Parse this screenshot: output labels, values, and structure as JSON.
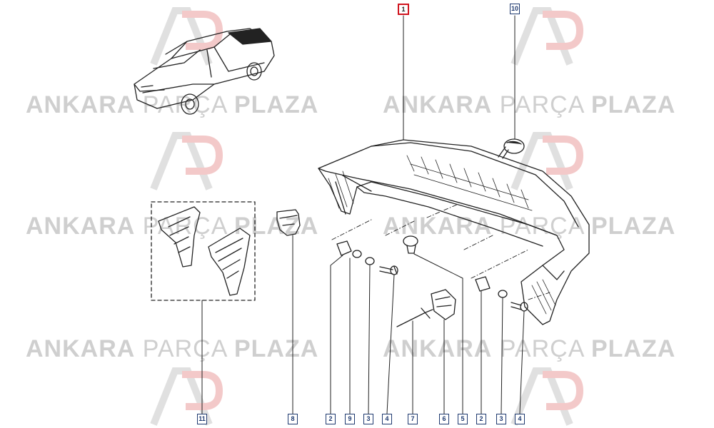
{
  "watermark": {
    "brand_bold_1": "ANKARA",
    "brand_light": "PARÇA",
    "brand_bold_2": "PLAZA",
    "logo_text": "AP"
  },
  "callouts": {
    "main_part": "1",
    "cap": "10",
    "bracket_set": "11",
    "clip_left": "8",
    "nut_left": "2",
    "washer_left_a": "9",
    "washer_left_b": "3",
    "bolt_left": "4",
    "rivet": "7",
    "slide_bracket": "6",
    "grommet": "5",
    "nut_right": "2",
    "washer_right": "3",
    "bolt_right": "4"
  },
  "colors": {
    "line": "#222222",
    "callout_border": "#1f3a70",
    "main_callout_border": "#d0141e",
    "watermark": "#cfcfcf",
    "logo_red": "#f3c9c9"
  }
}
